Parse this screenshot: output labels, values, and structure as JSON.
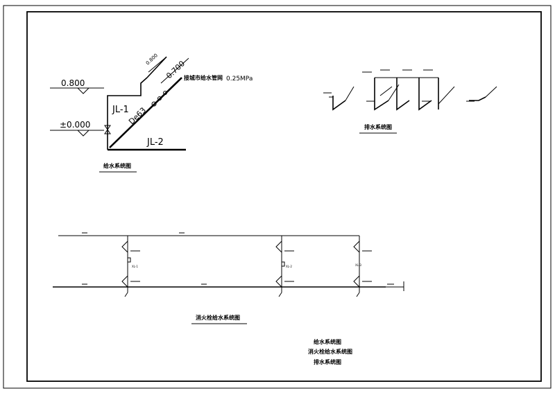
{
  "supply_diagram": {
    "riser_labels": [
      "JL-1",
      "JL-2"
    ],
    "elevations": [
      "0.800",
      "±0.000",
      "0.800",
      "0.700"
    ],
    "pipe_size": "De63",
    "pressure": "0.25MPa",
    "note": "接城市给水管网",
    "title": "给水系统图"
  },
  "drainage_diagram": {
    "title": "排水系统图"
  },
  "hydrant_diagram": {
    "title": "消火栓给水系统图",
    "riser_labels": [
      "XL-1",
      "XL-2",
      "XL-3"
    ]
  },
  "drawing_list": [
    "给水系统图",
    "消火栓给水系统图",
    "排水系统图"
  ]
}
